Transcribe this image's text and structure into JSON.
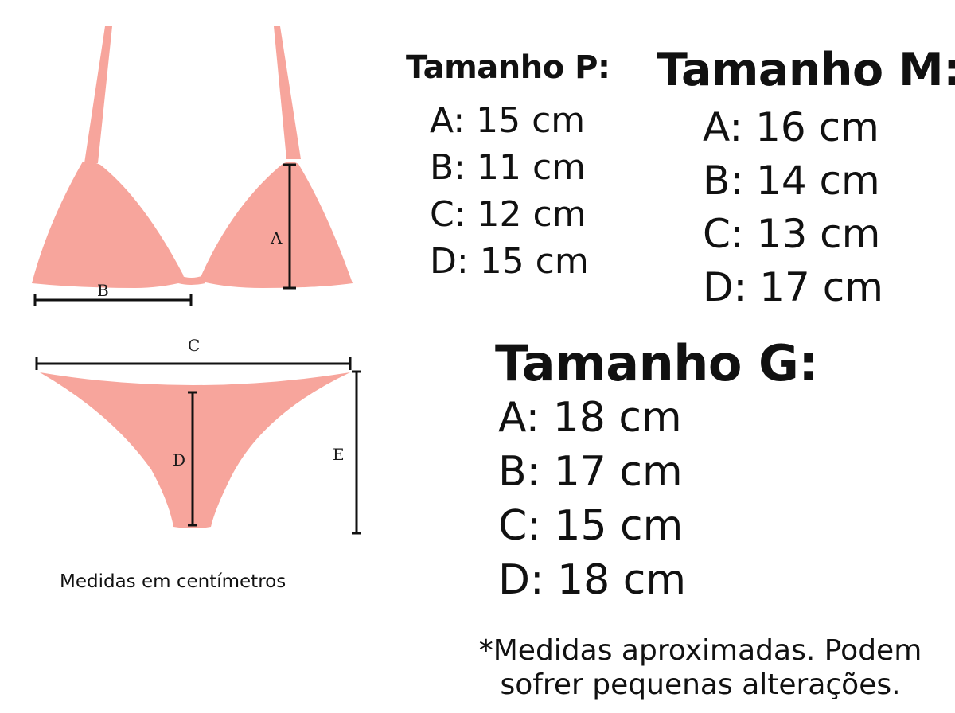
{
  "diagram": {
    "fill_color": "#f7a59c",
    "line_color": "#111111",
    "labels": {
      "a": "A",
      "b": "B",
      "c": "C",
      "d": "D",
      "e": "E"
    },
    "caption": "Medidas em centímetros"
  },
  "sizes": [
    {
      "id": "p",
      "title": "Tamanho P:",
      "measurements": [
        "A: 15 cm",
        "B: 11 cm",
        "C: 12 cm",
        "D: 15 cm"
      ]
    },
    {
      "id": "m",
      "title": "Tamanho M:",
      "measurements": [
        "A: 16 cm",
        "B: 14 cm",
        "C: 13 cm",
        "D: 17 cm"
      ]
    },
    {
      "id": "g",
      "title": "Tamanho G:",
      "measurements": [
        "A: 18 cm",
        "B: 17 cm",
        "C: 15 cm",
        "D: 18 cm"
      ]
    }
  ],
  "disclaimer": {
    "line1": "*Medidas aproximadas. Podem",
    "line2": "sofrer pequenas alterações."
  }
}
